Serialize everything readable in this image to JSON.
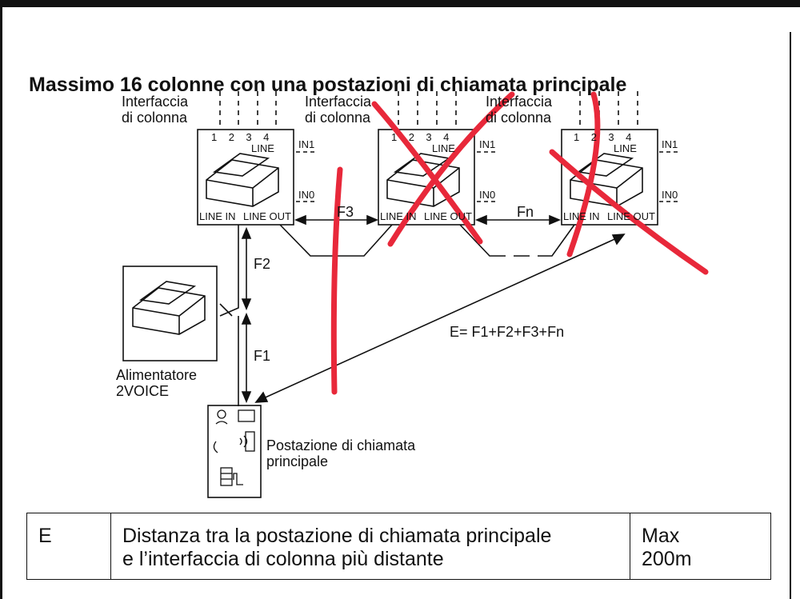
{
  "title": "Massimo 16 colonne con una postazioni di chiamata principale",
  "interfaces": [
    {
      "label_line1": "Interfaccia",
      "label_line2": "di colonna",
      "lines": [
        "1",
        "2",
        "3",
        "4"
      ],
      "line_label": "LINE",
      "in1": "IN1",
      "in0": "IN0",
      "line_in": "LINE IN",
      "line_out": "LINE OUT"
    },
    {
      "label_line1": "Interfaccia",
      "label_line2": "di colonna",
      "lines": [
        "1",
        "2",
        "3",
        "4"
      ],
      "line_label": "LINE",
      "in1": "IN1",
      "in0": "IN0",
      "line_in": "LINE IN",
      "line_out": "LINE OUT"
    },
    {
      "label_line1": "Interfaccia",
      "label_line2": "di colonna",
      "lines": [
        "1",
        "2",
        "3",
        "4"
      ],
      "line_label": "LINE",
      "in1": "IN1",
      "in0": "IN0",
      "line_in": "LINE IN",
      "line_out": "LINE OUT"
    }
  ],
  "distances": {
    "f1": "F1",
    "f2": "F2",
    "f3": "F3",
    "fn": "Fn",
    "e_formula": "E= F1+F2+F3+Fn"
  },
  "power_supply": {
    "line1": "Alimentatore",
    "line2": "2VOICE"
  },
  "call_station": {
    "line1": "Postazione di chiamata",
    "line2": "principale"
  },
  "table": {
    "symbol": "E",
    "description_line1": "Distanza tra la postazione di chiamata principale",
    "description_line2": "e l’interfaccia di colonna più distante",
    "limit_line1": "Max",
    "limit_line2": "200m"
  },
  "colors": {
    "ink": "#111111",
    "annotation_red": "#e8283a"
  }
}
